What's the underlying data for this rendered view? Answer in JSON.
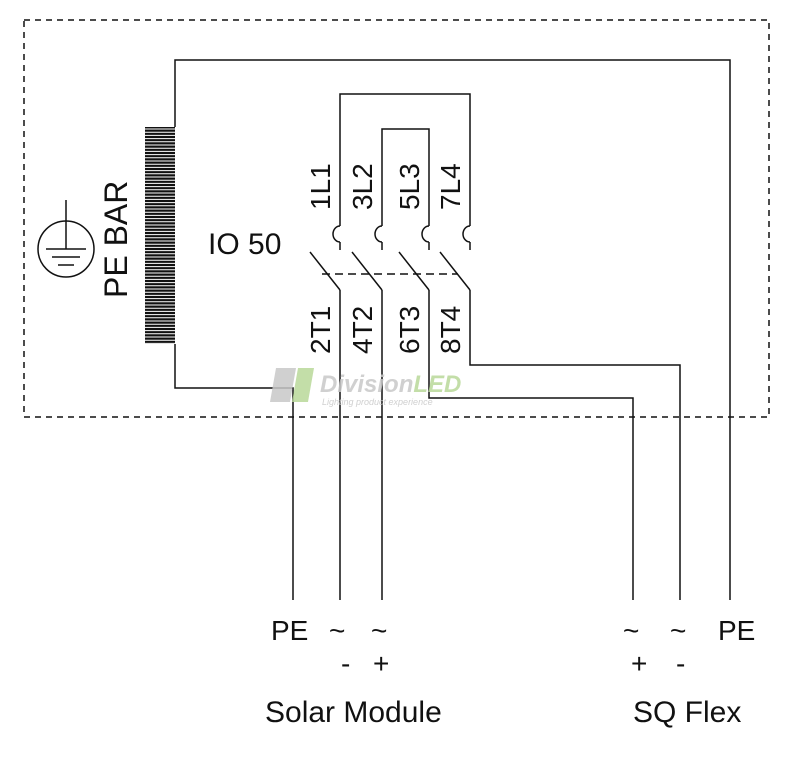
{
  "colors": {
    "line": "#111111",
    "background": "#ffffff",
    "watermark_gray": "#c8c8c8",
    "watermark_green": "#b9d99a"
  },
  "pe_bar": {
    "label": "PE BAR",
    "icon": "ground-symbol-icon"
  },
  "switch": {
    "name": "IO 50",
    "top_terminals": [
      "1L1",
      "3L2",
      "5L3",
      "7L4"
    ],
    "bottom_terminals": [
      "2T1",
      "4T2",
      "6T3",
      "8T4"
    ]
  },
  "watermark": {
    "brand_gray": "Division",
    "brand_green": "LED",
    "tagline": "Lighting product experience"
  },
  "solar_module": {
    "title": "Solar Module",
    "terminals": [
      {
        "name": "PE",
        "polarity": ""
      },
      {
        "name": "~",
        "polarity": "-"
      },
      {
        "name": "~",
        "polarity": "+"
      }
    ]
  },
  "sq_flex": {
    "title": "SQ Flex",
    "terminals": [
      {
        "name": "~",
        "polarity": "+"
      },
      {
        "name": "~",
        "polarity": "-"
      },
      {
        "name": "PE",
        "polarity": ""
      }
    ]
  }
}
